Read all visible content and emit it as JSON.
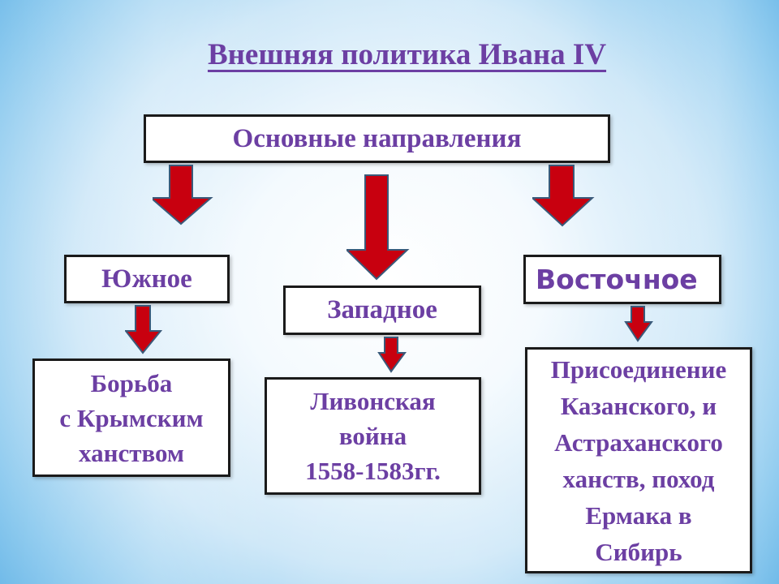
{
  "title": "Внешняя политика Ивана IV",
  "main": {
    "label": "Основные направления"
  },
  "directions": [
    {
      "label": "Южное",
      "description": [
        "Борьба",
        "с Крымским",
        "ханством"
      ]
    },
    {
      "label": "Западное",
      "description": [
        "Ливонская",
        "война",
        "1558-1583гг."
      ]
    },
    {
      "label": "Восточное",
      "description": [
        "Присоединение",
        "Казанского, и",
        "Астраханского",
        "ханств, поход",
        "Ермака в",
        "Сибирь"
      ]
    }
  ],
  "colors": {
    "text": "#6c3fa3",
    "arrow": "#c8000f",
    "arrow_outline": "#3a5a7a"
  }
}
